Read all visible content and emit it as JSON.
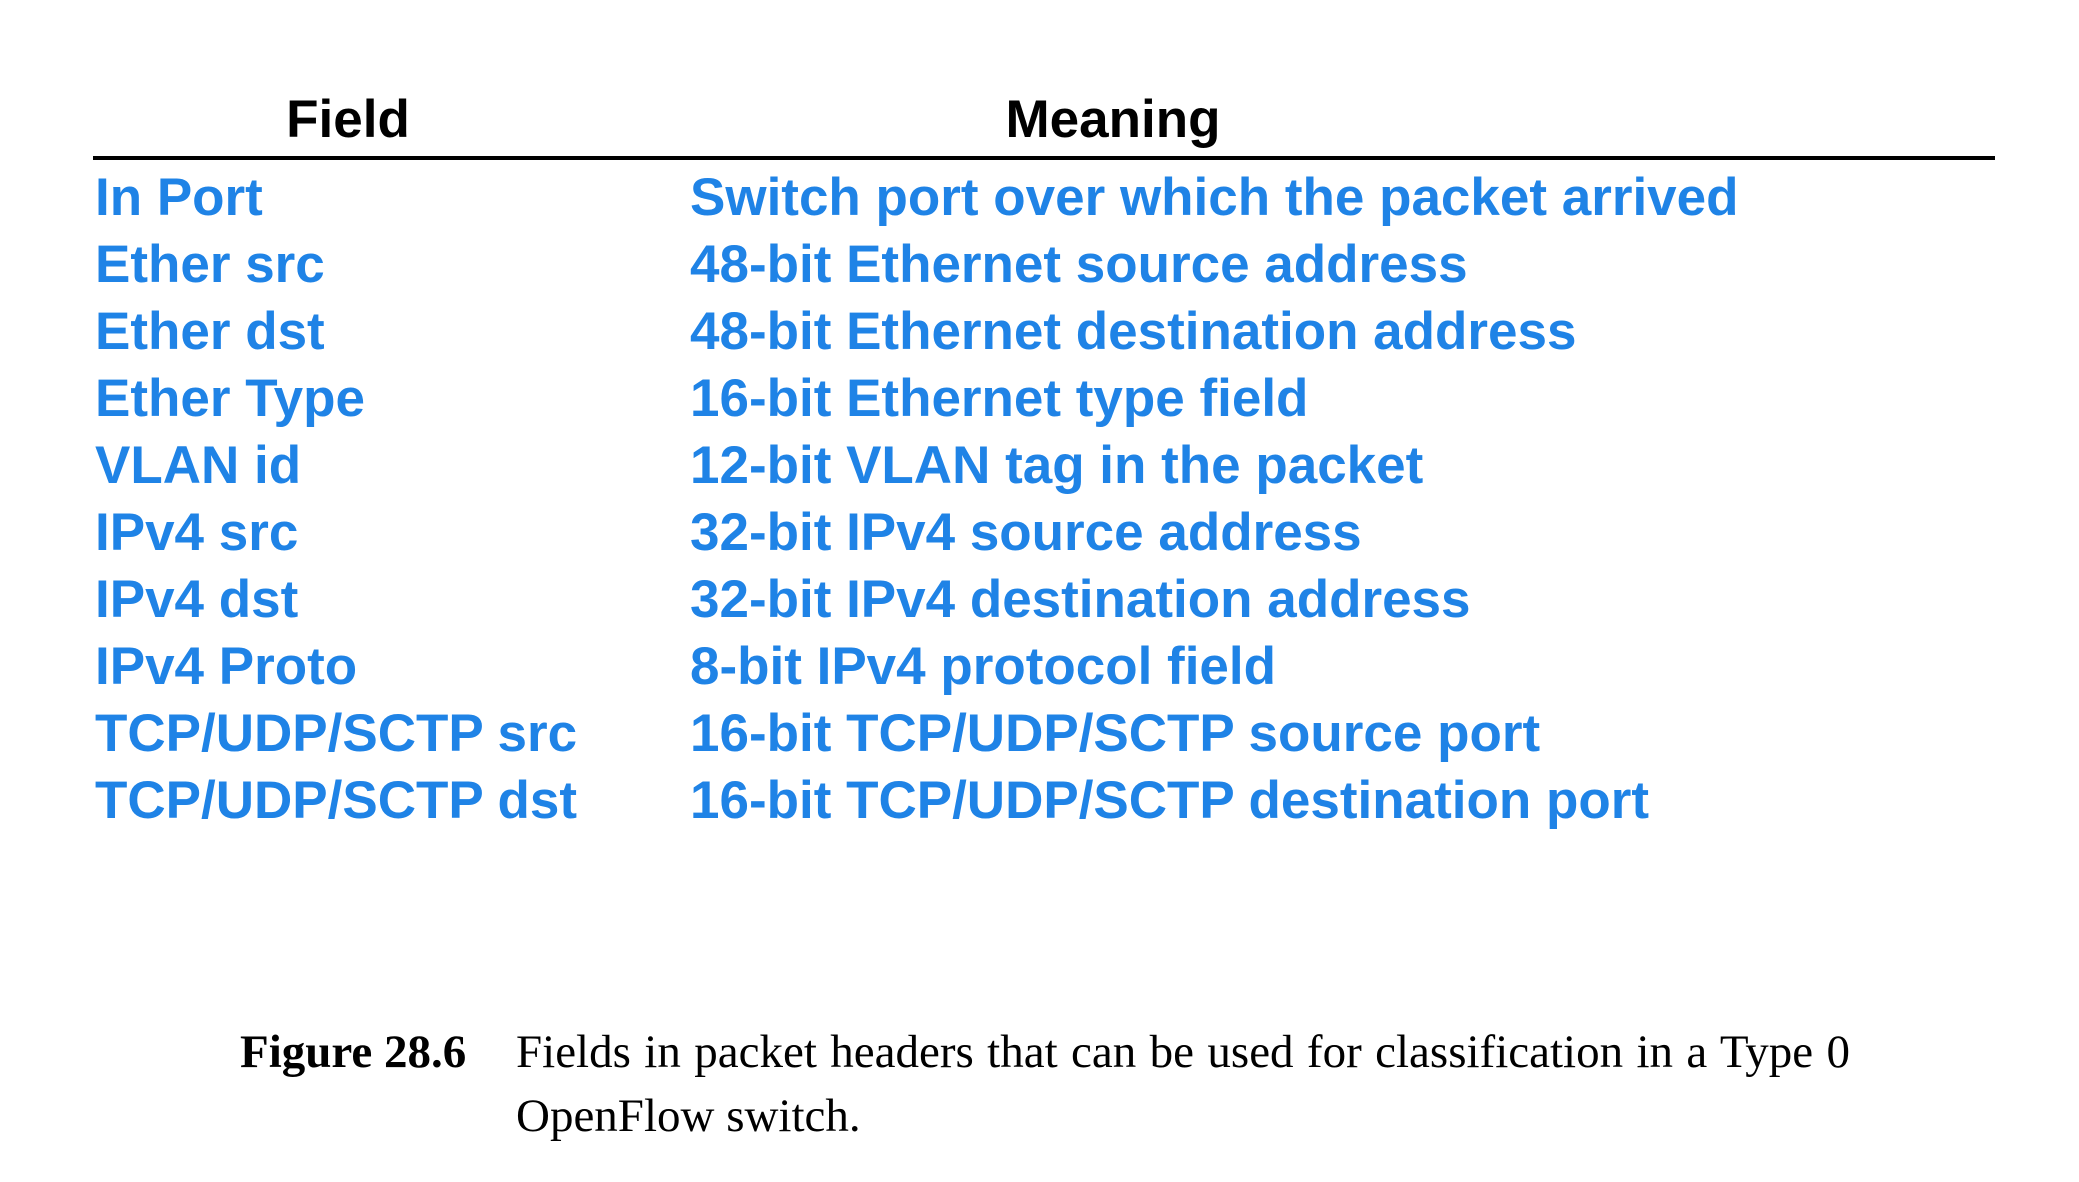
{
  "table": {
    "headers": {
      "field": "Field",
      "meaning": "Meaning"
    },
    "rows": [
      {
        "field": "In Port",
        "meaning": "Switch port over which the packet arrived"
      },
      {
        "field": "Ether src",
        "meaning": "48-bit Ethernet source address"
      },
      {
        "field": "Ether dst",
        "meaning": "48-bit Ethernet destination address"
      },
      {
        "field": "Ether Type",
        "meaning": "16-bit Ethernet type field"
      },
      {
        "field": "VLAN id",
        "meaning": "12-bit VLAN tag in the packet"
      },
      {
        "field": "IPv4 src",
        "meaning": "32-bit IPv4 source address"
      },
      {
        "field": "IPv4 dst",
        "meaning": "32-bit IPv4 destination address"
      },
      {
        "field": "IPv4 Proto",
        "meaning": "8-bit IPv4 protocol field"
      },
      {
        "field": "TCP/UDP/SCTP src",
        "meaning": "16-bit TCP/UDP/SCTP source port"
      },
      {
        "field": "TCP/UDP/SCTP dst",
        "meaning": "16-bit TCP/UDP/SCTP destination port"
      }
    ]
  },
  "caption": {
    "label": "Figure 28.6",
    "text": "Fields in packet headers that can be used for classification in a Type 0 OpenFlow switch."
  },
  "colors": {
    "row_text": "#1f83e6",
    "header_text": "#000000",
    "rule": "#000000"
  }
}
